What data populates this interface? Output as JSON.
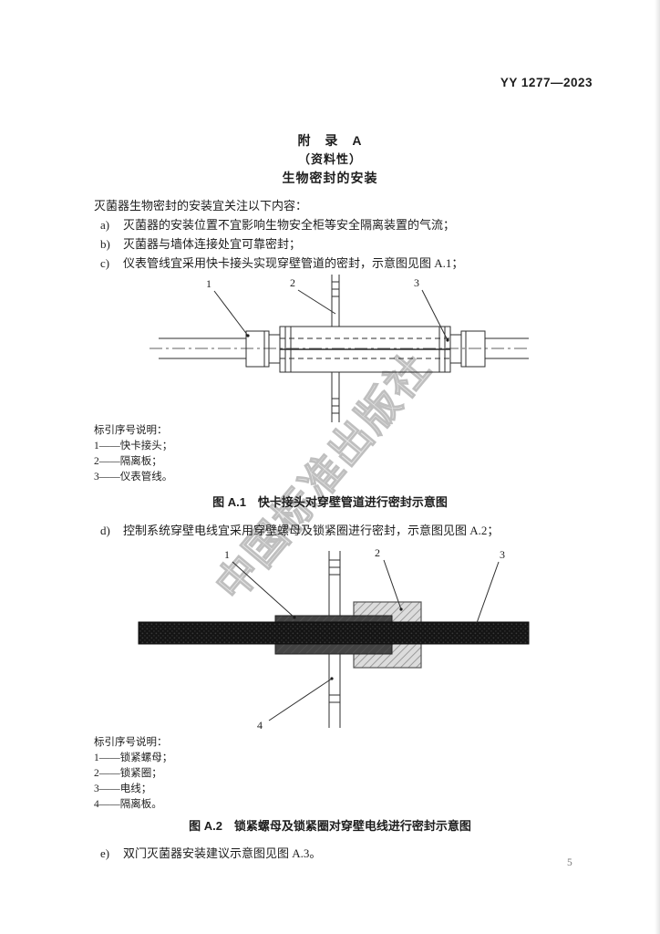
{
  "page": {
    "header_code": "YY 1277—2023",
    "page_number": "5",
    "watermark": "中国标准出版社"
  },
  "title": {
    "line1": "附　录　A",
    "line2": "（资料性）",
    "line3": "生物密封的安装"
  },
  "intro": "灭菌器生物密封的安装宜关注以下内容：",
  "items": [
    {
      "label": "a)",
      "text": "灭菌器的安装位置不宜影响生物安全柜等安全隔离装置的气流；"
    },
    {
      "label": "b)",
      "text": "灭菌器与墙体连接处宜可靠密封；"
    },
    {
      "label": "c)",
      "text": "仪表管线宜采用快卡接头实现穿壁管道的密封，示意图见图 A.1；"
    },
    {
      "label": "d)",
      "text": "控制系统穿壁电线宜采用穿壁螺母及锁紧圈进行密封，示意图见图 A.2；"
    },
    {
      "label": "e)",
      "text": "双门灭菌器安装建议示意图见图 A.3。"
    }
  ],
  "figure_a1": {
    "caption": "图 A.1　快卡接头对穿壁管道进行密封示意图",
    "legend_title": "标引序号说明：",
    "legend": [
      "1——快卡接头；",
      "2——隔离板；",
      "3——仪表管线。"
    ],
    "labels": {
      "l1": "1",
      "l2": "2",
      "l3": "3"
    }
  },
  "figure_a2": {
    "caption": "图 A.2　锁紧螺母及锁紧圈对穿壁电线进行密封示意图",
    "legend_title": "标引序号说明：",
    "legend": [
      "1——锁紧螺母；",
      "2——锁紧圈；",
      "3——电线；",
      "4——隔离板。"
    ],
    "labels": {
      "l1": "1",
      "l2": "2",
      "l3": "3",
      "l4": "4"
    }
  }
}
